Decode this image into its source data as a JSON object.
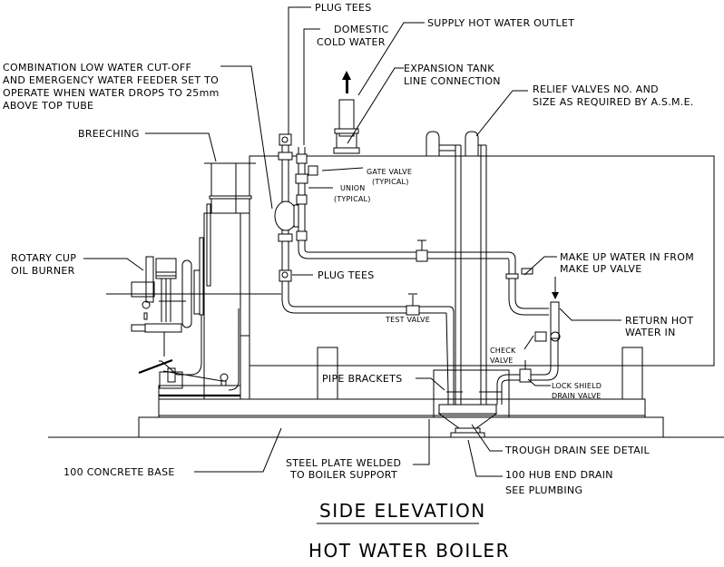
{
  "drawing": {
    "title": "HOT WATER BOILER",
    "view_title": "SIDE ELEVATION",
    "labels": {
      "plug_tees_top": "PLUG TEES",
      "domestic_cold_water": [
        "DOMESTIC",
        "COLD WATER"
      ],
      "supply_hot_water_outlet": "SUPPLY HOT WATER OUTLET",
      "expansion_tank": [
        "EXPANSION TANK",
        "LINE CONNECTION"
      ],
      "combination_low_water": [
        "COMBINATION LOW WATER CUT-OFF",
        "AND EMERGENCY WATER FEEDER SET TO",
        "OPERATE WHEN WATER DROPS TO 25mm",
        "ABOVE TOP TUBE"
      ],
      "relief_valves": [
        "RELIEF VALVES NO. AND",
        "SIZE AS REQUIRED BY A.S.M.E."
      ],
      "breeching": "BREECHING",
      "gate_valve": [
        "GATE VALVE",
        "(TYPICAL)"
      ],
      "union": [
        "UNION",
        "(TYPICAL)"
      ],
      "rotary_cup": [
        "ROTARY CUP",
        "OIL BURNER"
      ],
      "plug_tees_mid": "PLUG TEES",
      "make_up_water": [
        "MAKE UP WATER IN FROM",
        "MAKE UP VALVE"
      ],
      "test_valve": "TEST VALVE",
      "return_hot_water": [
        "RETURN HOT",
        "WATER IN"
      ],
      "check_valve": [
        "CHECK",
        "VALVE"
      ],
      "pipe_brackets": "PIPE BRACKETS",
      "lock_shield": [
        "LOCK SHIELD",
        "DRAIN VALVE"
      ],
      "trough_drain": "TROUGH DRAIN SEE DETAIL",
      "concrete_base": "100 CONCRETE BASE",
      "steel_plate": [
        "STEEL PLATE WELDED",
        "TO BOILER SUPPORT"
      ],
      "hub_end_drain": [
        "100 HUB END DRAIN",
        "SEE PLUMBING"
      ]
    }
  }
}
